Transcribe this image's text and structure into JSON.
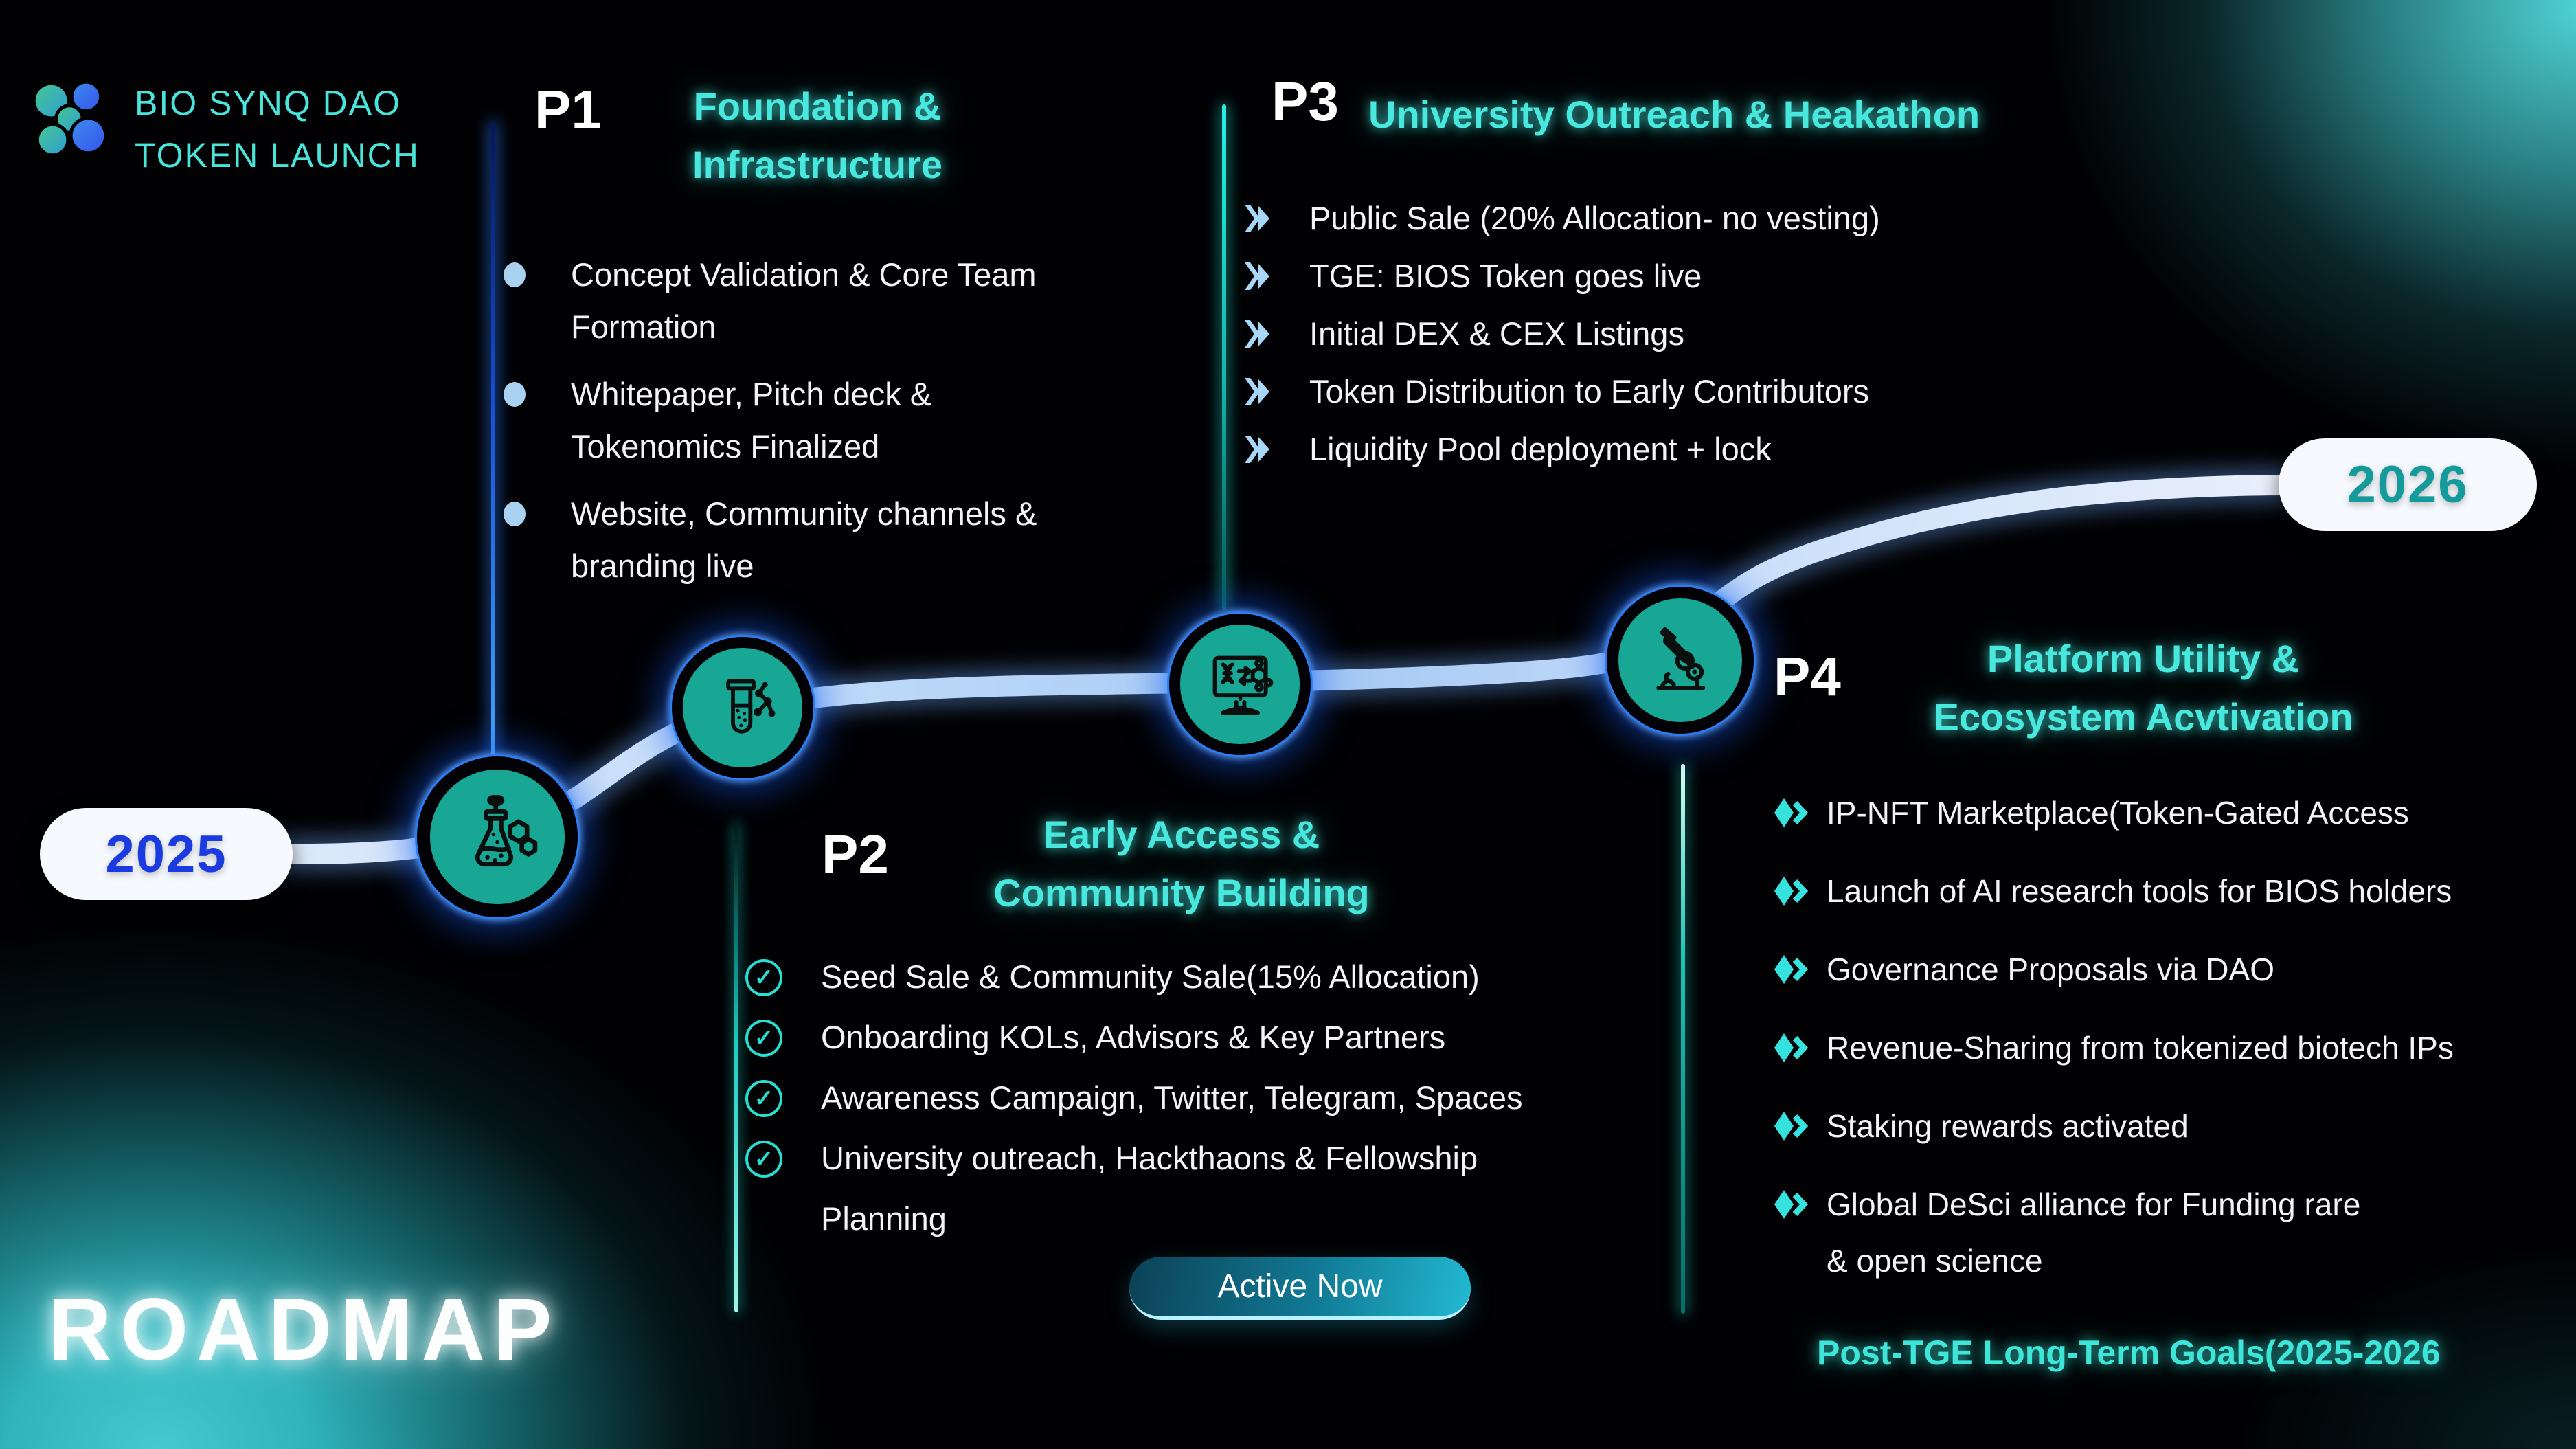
{
  "brand": {
    "line1": "BIO SYNQ DAO",
    "line2": "TOKEN LAUNCH"
  },
  "page_title": "ROADMAP",
  "timeline": {
    "start_year": "2025",
    "end_year": "2026",
    "status_badge": "Active Now"
  },
  "footer": {
    "text": "Post-TGE Long-Term Goals(2025-2026"
  },
  "colors": {
    "accent_cyan": "#49e8de",
    "node_teal": "#18a794",
    "ring_blue": "#2e7cf2",
    "year_start_blue": "#1b3be0",
    "year_end_teal": "#149a9b",
    "road_light_blue": "#cfe2fa",
    "bullet_blue": "#a9d2f1",
    "check_cyan": "#25e0d2",
    "diamond_cyan": "#35e2de"
  },
  "phases": [
    {
      "id": "P1",
      "title": "Foundation &\nInfrastructure",
      "icon": "plant-flask-icon",
      "items": [
        " Concept Validation & Core Team\nFormation",
        " Whitepaper, Pitch deck &\nTokenomics Finalized",
        " Website, Community channels &\nbranding live"
      ]
    },
    {
      "id": "P2",
      "title": "Early Access &\nCommunity Building",
      "icon": "test-tube-molecule-icon",
      "items": [
        "Seed Sale & Community Sale(15% Allocation)",
        "Onboarding KOLs, Advisors & Key Partners",
        " Awareness Campaign, Twitter, Telegram, Spaces",
        " University outreach, Hackthaons & Fellowship\nPlanning"
      ]
    },
    {
      "id": "P3",
      "title": "University Outreach & Heakathon",
      "icon": "dna-monitor-icon",
      "items": [
        " Public Sale (20% Allocation- no vesting)",
        "TGE: BIOS Token goes live",
        "Initial DEX & CEX Listings",
        " Token Distribution to Early Contributors",
        " Liquidity Pool deployment + lock"
      ]
    },
    {
      "id": "P4",
      "title": "Platform Utility &\nEcosystem Acvtivation",
      "icon": "microscope-icon",
      "items": [
        "IP-NFT Marketplace(Token-Gated Access",
        "Launch of AI research tools for BIOS  holders",
        " Governance Proposals via DAO",
        " Revenue-Sharing from tokenized biotech IPs",
        " Staking rewards activated",
        "Global DeSci alliance for  Funding rare\n& open science"
      ]
    }
  ]
}
